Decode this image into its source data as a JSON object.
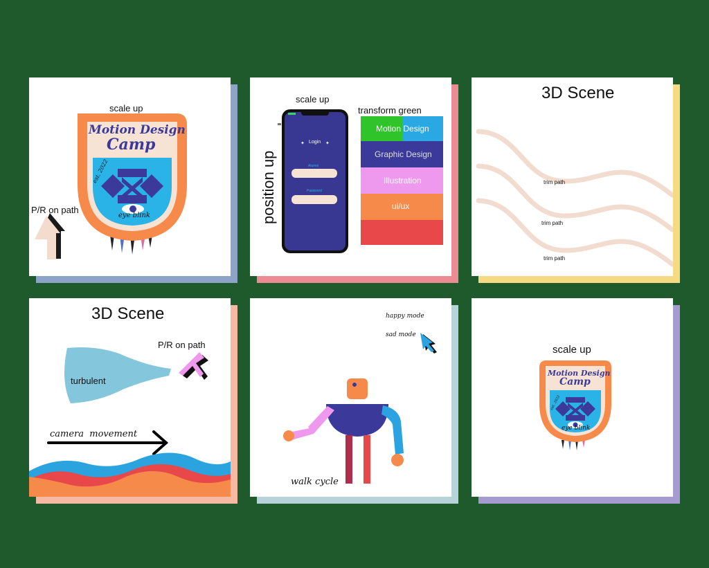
{
  "colors": {
    "background": "#000000",
    "grid": "#1f5a2c",
    "badge_orange": "#f58a4b",
    "badge_cream": "#f7e3d4",
    "badge_blue": "#2ab3e6",
    "badge_navy": "#3b3a9a",
    "phone_navy": "#383792",
    "wave_peach": "#f2dccf",
    "cloud_blue": "#6fbdd6",
    "arrow_pink": "#ee98ee",
    "cursor_blue": "#2aa3e0"
  },
  "panels": {
    "badge": {
      "scale_label": "scale up",
      "path_label": "P/R on path",
      "title_line1": "Motion Design",
      "title_line2": "Camp",
      "est": "est. 2022",
      "eye": "eye blink"
    },
    "phone": {
      "scale_label": "scale up",
      "position_label": "position up",
      "transform_label": "transform green",
      "login": "Login",
      "field1": "Alumni",
      "field2": "Password",
      "menu": [
        "Motion Design",
        "Graphic Design",
        "Illustration",
        "ui/ux"
      ]
    },
    "scene3d_waves": {
      "title": "3D Scene",
      "trim": [
        "trim path",
        "trim path",
        "trim path"
      ]
    },
    "scene3d_camera": {
      "title": "3D Scene",
      "path_label": "P/R on path",
      "turbulent": "turbulent",
      "camera": "camera  movement"
    },
    "walk": {
      "happy": "happy mode",
      "sad": "sad mode",
      "walk": "walk cycle"
    },
    "badge_small": {
      "scale_label": "scale up",
      "title_line1": "Motion Design",
      "title_line2": "Camp",
      "est": "est. 2022",
      "eye": "eye blink"
    }
  }
}
